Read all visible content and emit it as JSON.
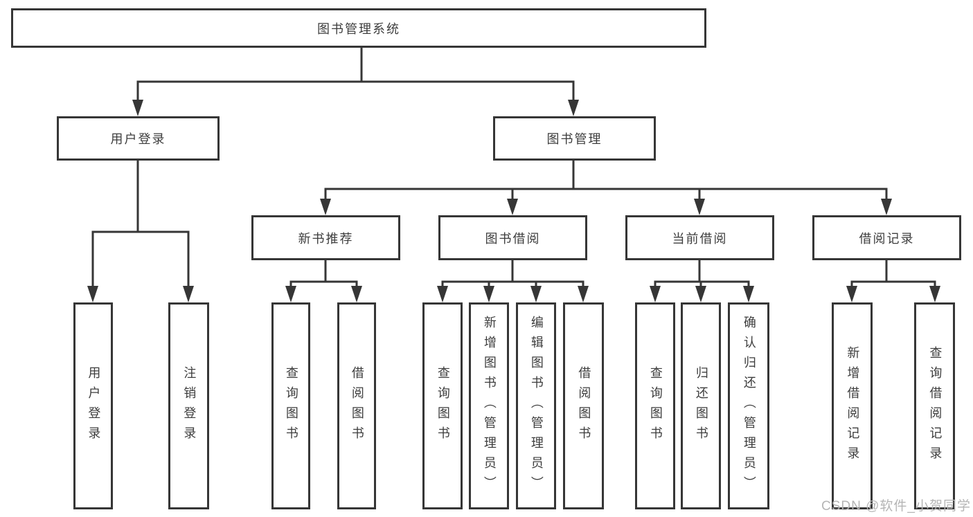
{
  "diagram": {
    "title": "图书管理系统",
    "watermark": "CSDN @软件_小贺同学",
    "colors": {
      "line": "#363636",
      "box_border": "#363636",
      "text": "#3d3d3d",
      "watermark": "#b5b5b5",
      "background": "#ffffff"
    },
    "tree": {
      "root": {
        "label": "图书管理系统"
      },
      "branches": [
        {
          "label": "用户登录",
          "children": [
            {
              "label": "用户登录"
            },
            {
              "label": "注销登录"
            }
          ]
        },
        {
          "label": "图书管理",
          "children": [
            {
              "label": "新书推荐",
              "children": [
                {
                  "label": "查询图书"
                },
                {
                  "label": "借阅图书"
                }
              ]
            },
            {
              "label": "图书借阅",
              "children": [
                {
                  "label": "查询图书"
                },
                {
                  "label": "新增图书（管理员）"
                },
                {
                  "label": "编辑图书（管理员）"
                },
                {
                  "label": "借阅图书"
                }
              ]
            },
            {
              "label": "当前借阅",
              "children": [
                {
                  "label": "查询图书"
                },
                {
                  "label": "归还图书"
                },
                {
                  "label": "确认归还（管理员）"
                }
              ]
            },
            {
              "label": "借阅记录",
              "children": [
                {
                  "label": "新增借阅记录"
                },
                {
                  "label": "查询借阅记录"
                }
              ]
            }
          ]
        }
      ]
    }
  }
}
